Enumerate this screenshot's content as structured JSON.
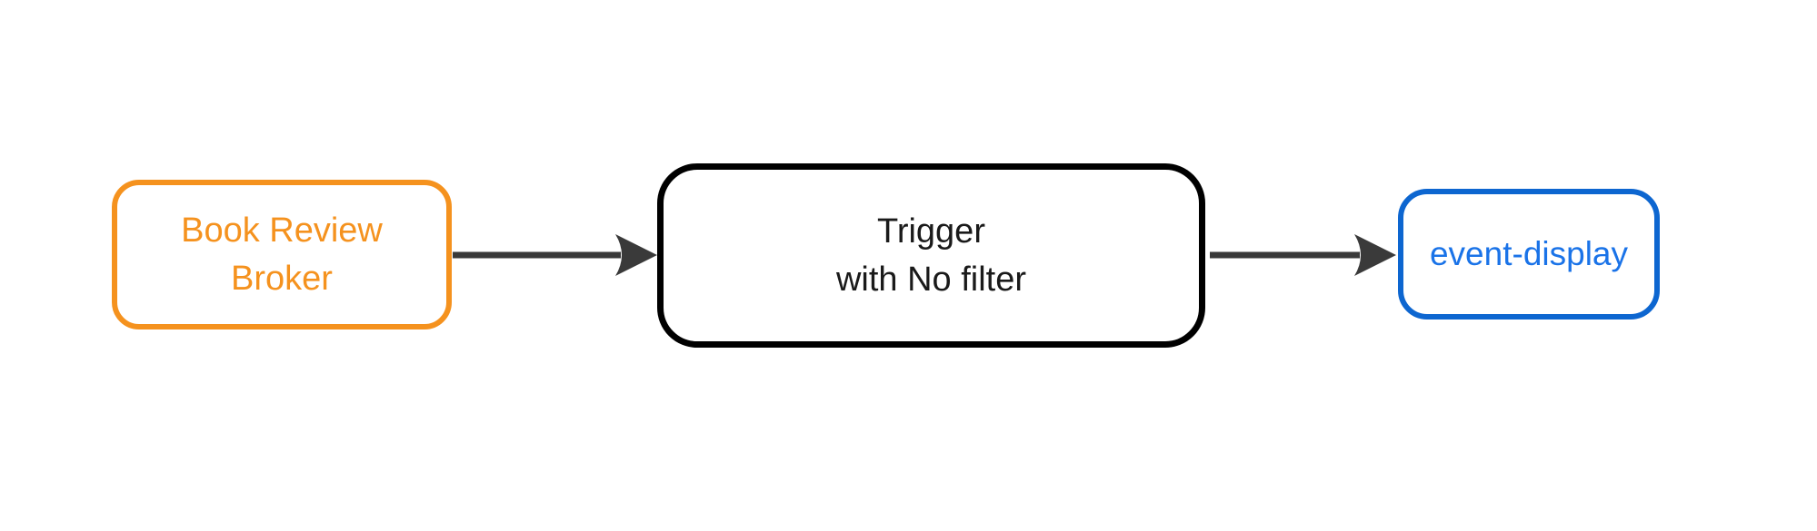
{
  "diagram": {
    "background_color": "#ffffff",
    "nodes": [
      {
        "id": "book-review-broker",
        "label": "Book Review\nBroker",
        "border_color": "#F5921E",
        "text_color": "#F5921E"
      },
      {
        "id": "trigger",
        "label": "Trigger\nwith No filter",
        "border_color": "#000000",
        "text_color": "#1A1A1A"
      },
      {
        "id": "event-display",
        "label": "event-display",
        "border_color": "#0D66D0",
        "text_color": "#1A73E8"
      }
    ],
    "edges": [
      {
        "from": "book-review-broker",
        "to": "trigger"
      },
      {
        "from": "trigger",
        "to": "event-display"
      }
    ],
    "connector_color": "#3A3A3A"
  }
}
